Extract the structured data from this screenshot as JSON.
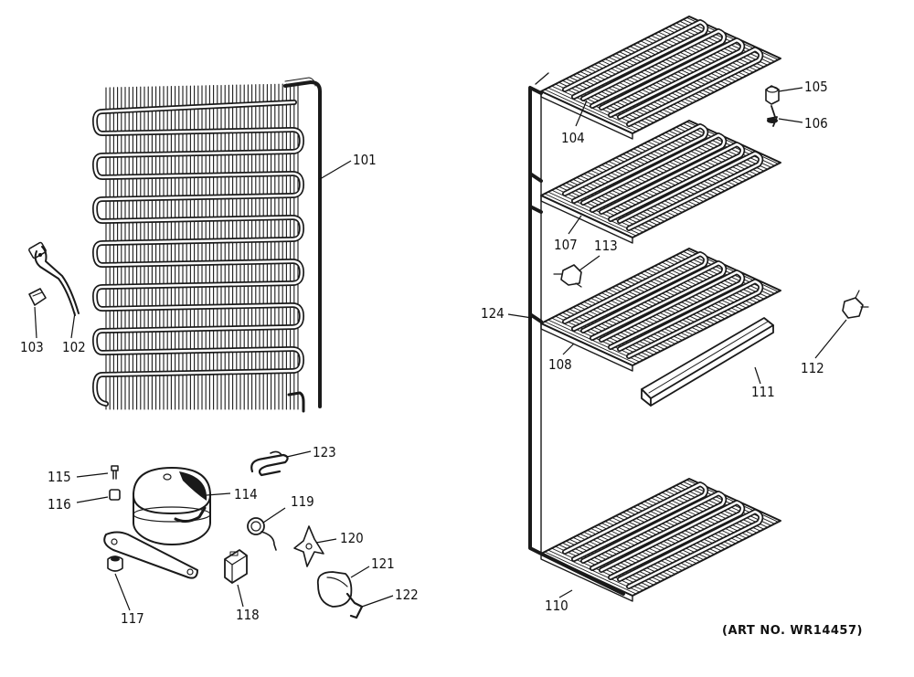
{
  "art_number": "(ART NO. WR14457)",
  "labels": {
    "p101": "101",
    "p102": "102",
    "p103": "103",
    "p104": "104",
    "p105": "105",
    "p106": "106",
    "p107": "107",
    "p108": "108",
    "p110": "110",
    "p111": "111",
    "p112": "112",
    "p113": "113",
    "p114": "114",
    "p115": "115",
    "p116": "116",
    "p117": "117",
    "p118": "118",
    "p119": "119",
    "p120": "120",
    "p121": "121",
    "p122": "122",
    "p123": "123",
    "p124": "124"
  }
}
